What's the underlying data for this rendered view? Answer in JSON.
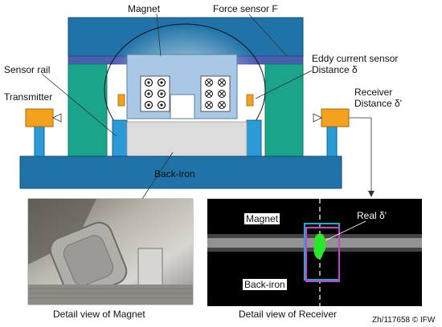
{
  "labels": {
    "magnet": "Magnet",
    "force_sensor": "Force sensor F",
    "eddy_sensor": "Eddy current sensor",
    "distance": "Distance δ",
    "sensor_rail": "Sensor rail",
    "transmitter": "Transmitter",
    "receiver": "Receiver",
    "receiver_distance": "Distance δ'",
    "back_iron": "Back-iron",
    "detail_magnet": "Detail view of Magnet",
    "detail_receiver": "Detail view of Receiver",
    "inset_magnet": "Magnet",
    "inset_back_iron": "Back-iron",
    "real_delta": "Real δ'",
    "credit": "Zh/117658 ©  IFW"
  },
  "colors": {
    "frame_blue": "#1f6fa3",
    "frame_dark": "#1b5e8c",
    "force_strip": "#4a5fb0",
    "leg_green": "#1aa58a",
    "magnet_light": "#a9c8e6",
    "rail_blue": "#2b9ad6",
    "sensor_orange": "#f4a11d",
    "receiver_teal": "#17b0c8",
    "receiver_magenta": "#d43bd4",
    "signal_green": "#29e829"
  }
}
